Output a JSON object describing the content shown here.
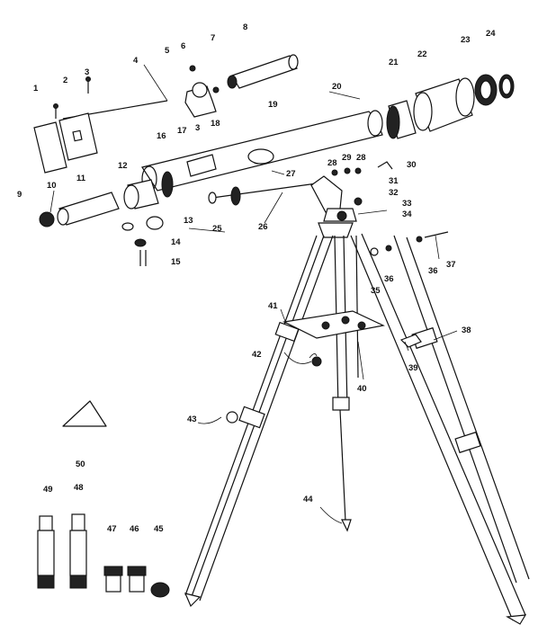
{
  "callouts": [
    {
      "id": "1",
      "text": "1"
    },
    {
      "id": "2",
      "text": "2"
    },
    {
      "id": "3",
      "text": "3"
    },
    {
      "id": "4",
      "text": "4"
    },
    {
      "id": "5",
      "text": "5"
    },
    {
      "id": "6",
      "text": "6"
    },
    {
      "id": "7",
      "text": "7"
    },
    {
      "id": "8",
      "text": "8"
    },
    {
      "id": "9",
      "text": "9"
    },
    {
      "id": "10",
      "text": "10"
    },
    {
      "id": "11",
      "text": "11"
    },
    {
      "id": "12",
      "text": "12"
    },
    {
      "id": "13",
      "text": "13"
    },
    {
      "id": "14",
      "text": "14"
    },
    {
      "id": "15",
      "text": "15"
    },
    {
      "id": "16",
      "text": "16"
    },
    {
      "id": "17",
      "text": "17"
    },
    {
      "id": "3b",
      "text": "3"
    },
    {
      "id": "18",
      "text": "18"
    },
    {
      "id": "19",
      "text": "19"
    },
    {
      "id": "20",
      "text": "20"
    },
    {
      "id": "21",
      "text": "21"
    },
    {
      "id": "22",
      "text": "22"
    },
    {
      "id": "23",
      "text": "23"
    },
    {
      "id": "24",
      "text": "24"
    },
    {
      "id": "25",
      "text": "25"
    },
    {
      "id": "26",
      "text": "26"
    },
    {
      "id": "27",
      "text": "27"
    },
    {
      "id": "28a",
      "text": "28"
    },
    {
      "id": "29",
      "text": "29"
    },
    {
      "id": "28b",
      "text": "28"
    },
    {
      "id": "30",
      "text": "30"
    },
    {
      "id": "31",
      "text": "31"
    },
    {
      "id": "32",
      "text": "32"
    },
    {
      "id": "33",
      "text": "33"
    },
    {
      "id": "34",
      "text": "34"
    },
    {
      "id": "35",
      "text": "35"
    },
    {
      "id": "36a",
      "text": "36"
    },
    {
      "id": "36b",
      "text": "36"
    },
    {
      "id": "37",
      "text": "37"
    },
    {
      "id": "38",
      "text": "38"
    },
    {
      "id": "39",
      "text": "39"
    },
    {
      "id": "40",
      "text": "40"
    },
    {
      "id": "41",
      "text": "41"
    },
    {
      "id": "42",
      "text": "42"
    },
    {
      "id": "43",
      "text": "43"
    },
    {
      "id": "44",
      "text": "44"
    },
    {
      "id": "50",
      "text": "50"
    },
    {
      "id": "49",
      "text": "49"
    },
    {
      "id": "48a",
      "text": "48"
    },
    {
      "id": "47",
      "text": "47"
    },
    {
      "id": "46",
      "text": "46"
    },
    {
      "id": "45",
      "text": "45"
    }
  ],
  "colors": {
    "ink": "#111111",
    "paper": "#ffffff"
  }
}
